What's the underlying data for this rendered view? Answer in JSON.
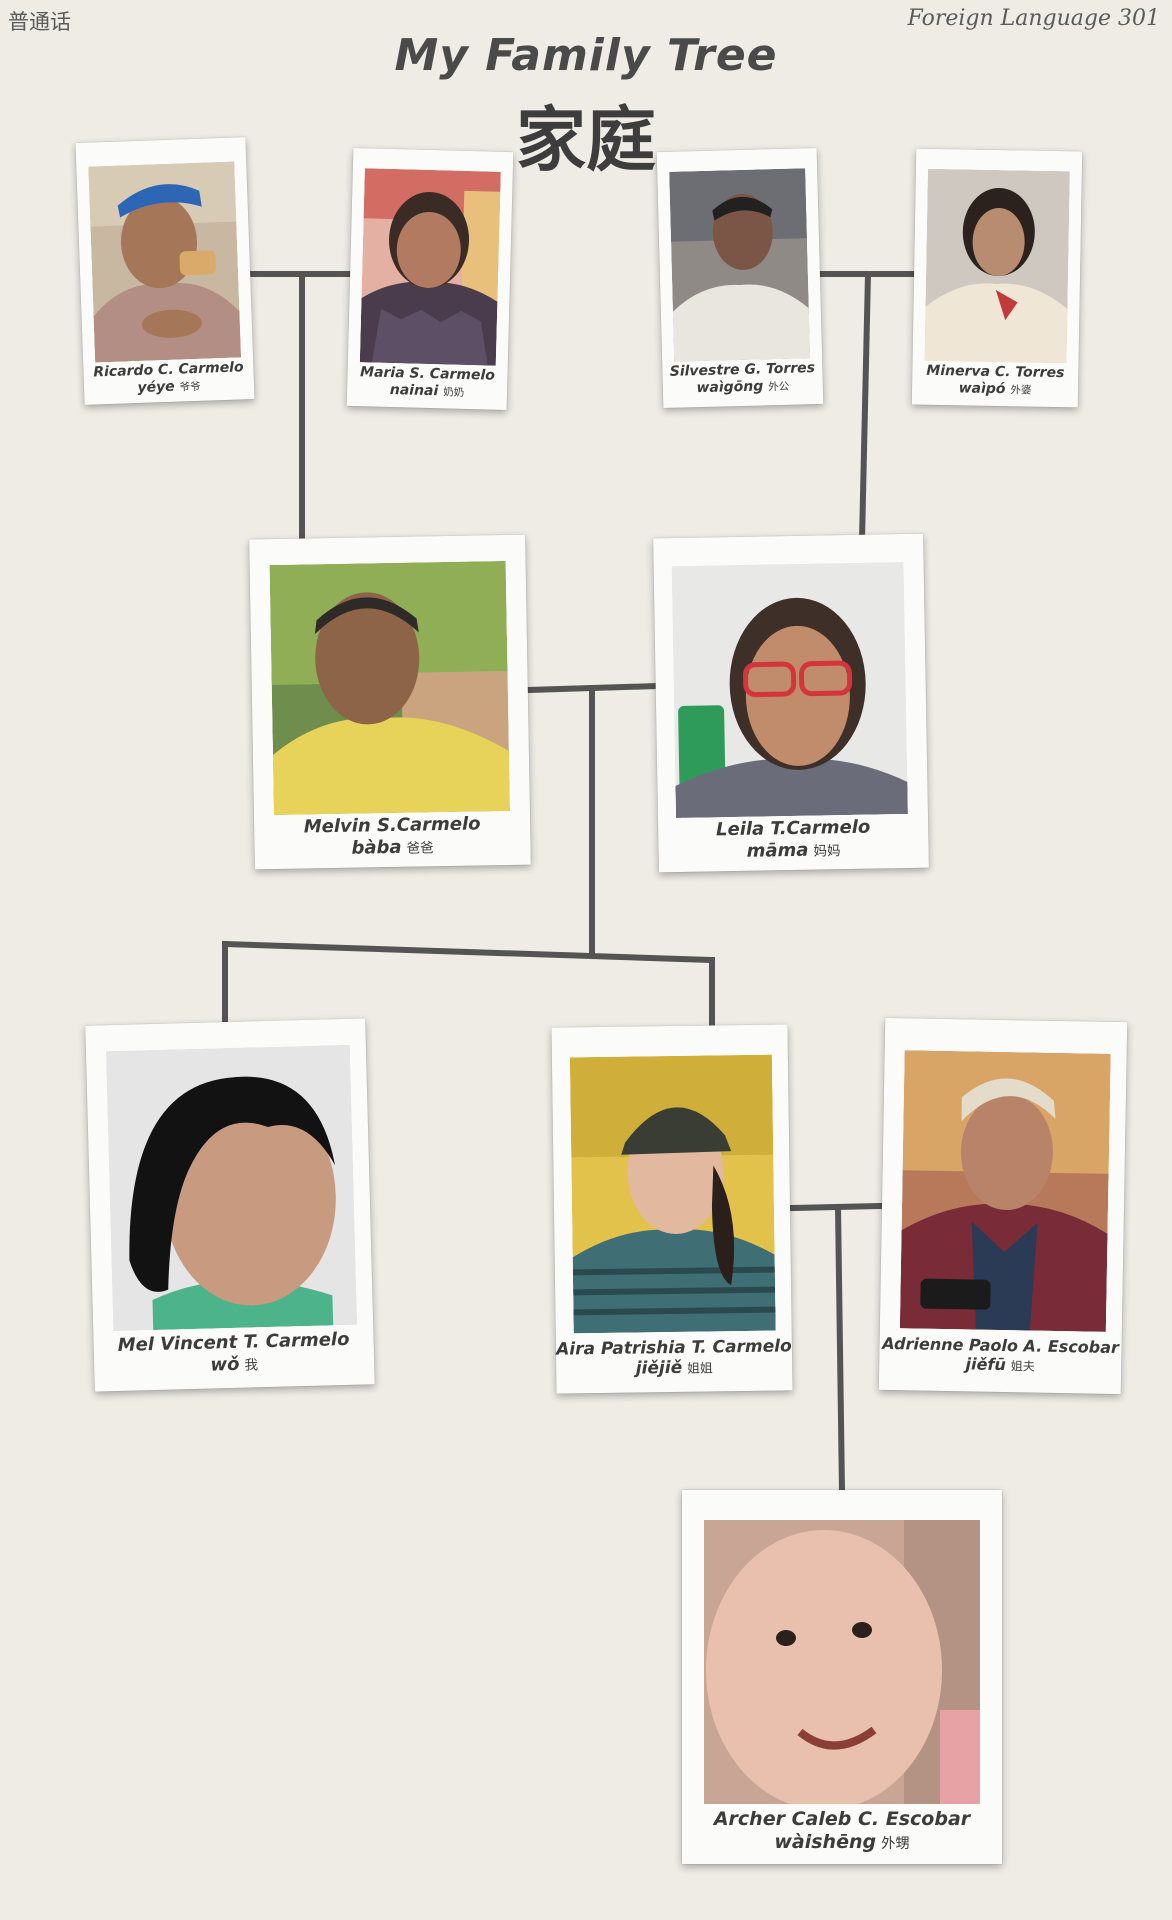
{
  "header": {
    "top_left": "普通话",
    "top_right": "Foreign Language 301",
    "title": "My Family Tree",
    "title_chinese": "家庭"
  },
  "members": {
    "grandpa_paternal": {
      "name": "Ricardo C. Carmelo",
      "pinyin": "yéye",
      "hanzi": "爷爷"
    },
    "grandma_paternal": {
      "name": "Maria S. Carmelo",
      "pinyin": "nainai",
      "hanzi": "奶奶"
    },
    "grandpa_maternal": {
      "name": "Silvestre G. Torres",
      "pinyin": "waìgōng",
      "hanzi": "外公"
    },
    "grandma_maternal": {
      "name": "Minerva C. Torres",
      "pinyin": "waìpó",
      "hanzi": "外婆"
    },
    "father": {
      "name": "Melvin S.Carmelo",
      "pinyin": "bàba",
      "hanzi": "爸爸"
    },
    "mother": {
      "name": "Leila T.Carmelo",
      "pinyin": "māma",
      "hanzi": "妈妈"
    },
    "me": {
      "name": "Mel Vincent T. Carmelo",
      "pinyin": "wǒ",
      "hanzi": "我"
    },
    "sister": {
      "name": "Aira Patrishia T. Carmelo",
      "pinyin": "jiějiě",
      "hanzi": "姐姐"
    },
    "brother_in_law": {
      "name": "Adrienne Paolo A. Escobar",
      "pinyin": "jiěfū",
      "hanzi": "姐夫"
    },
    "nephew": {
      "name": "Archer Caleb C. Escobar",
      "pinyin": "wàishēng",
      "hanzi": "外甥"
    }
  },
  "colors": {
    "background": "#efece6",
    "connector": "#545454",
    "frame": "#fbfbf9"
  }
}
